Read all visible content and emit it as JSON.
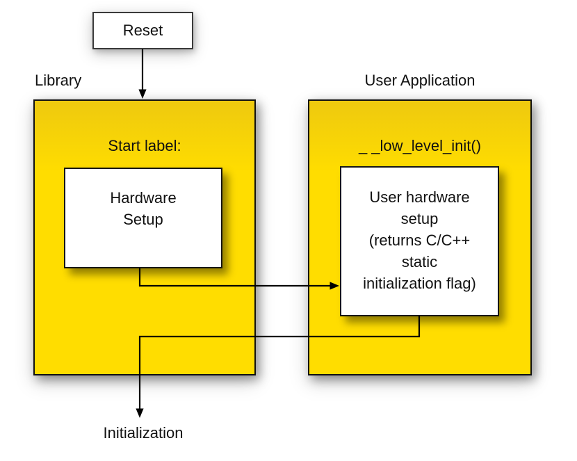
{
  "diagram": {
    "reset_box": {
      "label": "Reset"
    },
    "library": {
      "title": "Library",
      "start_label": "Start label:",
      "hardware_box_text": "Hardware\nSetup"
    },
    "user_application": {
      "title": "User Application",
      "function_label": "_ _low_level_init()",
      "user_hardware_box_text": "User hardware\nsetup\n(returns  C/C++\nstatic\ninitialization flag)"
    },
    "initialization_label": "Initialization",
    "connectors": [
      "reset-to-library",
      "hardware-setup-to-user-hardware-setup",
      "user-hardware-setup-to-initialization"
    ]
  },
  "colors": {
    "panel_yellow": "#FFDD00",
    "panel_border": "#101010",
    "box_background": "#FFFFFF",
    "line_black": "#000000",
    "text": "#111111"
  }
}
